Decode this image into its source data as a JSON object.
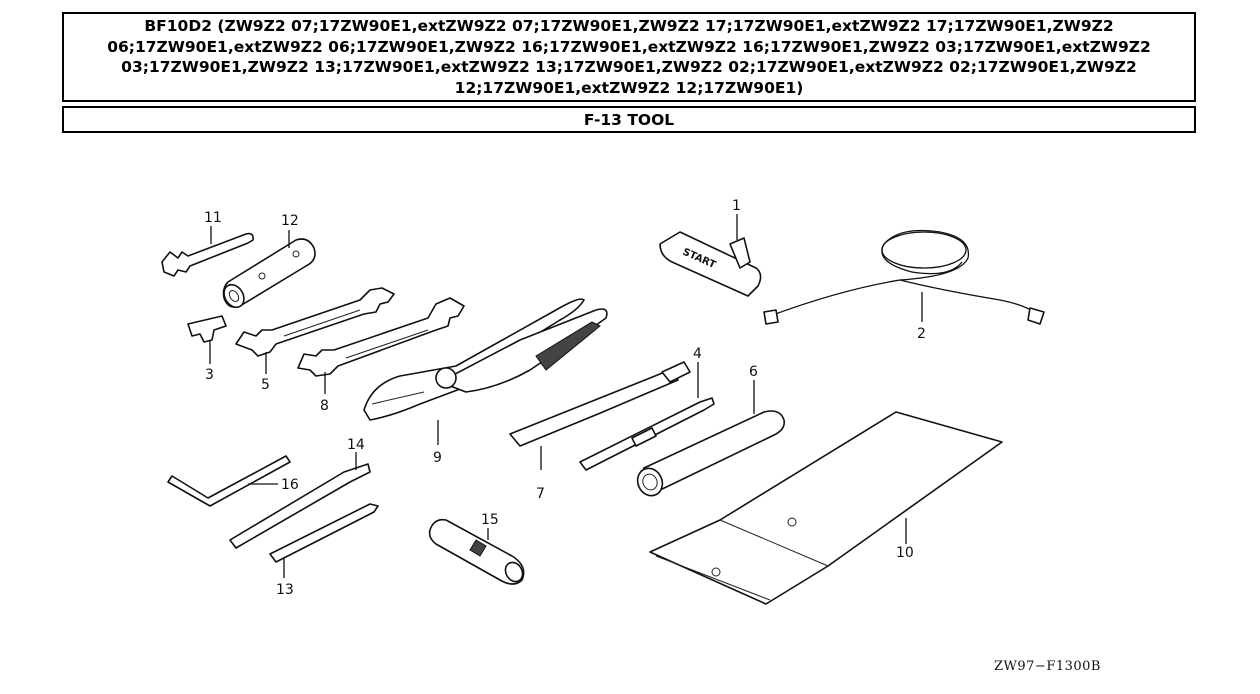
{
  "header": {
    "model_line": "BF10D2 (ZW9Z2 07;17ZW90E1,extZW9Z2 07;17ZW90E1,ZW9Z2 17;17ZW90E1,extZW9Z2 17;17ZW90E1,ZW9Z2 06;17ZW90E1,extZW9Z2 06;17ZW90E1,ZW9Z2 16;17ZW90E1,extZW9Z2 16;17ZW90E1,ZW9Z2 03;17ZW90E1,extZW9Z2 03;17ZW90E1,ZW9Z2 13;17ZW90E1,extZW9Z2 13;17ZW90E1,ZW9Z2 02;17ZW90E1,extZW9Z2 02;17ZW90E1,ZW9Z2 12;17ZW90E1,extZW9Z2 12;17ZW90E1)",
    "section_title": "F-13 TOOL"
  },
  "diagram": {
    "callouts": [
      "1",
      "2",
      "3",
      "4",
      "5",
      "6",
      "7",
      "8",
      "9",
      "10",
      "11",
      "12",
      "13",
      "14",
      "15",
      "16"
    ],
    "handle_text": "START",
    "reference_code": "ZW97−F1300B"
  }
}
